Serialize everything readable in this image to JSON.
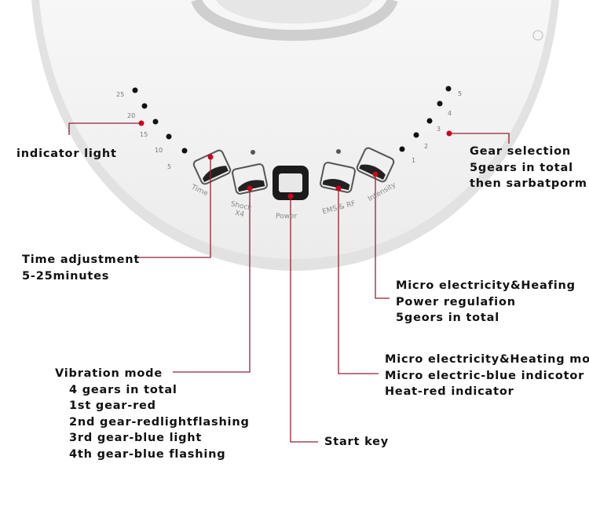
{
  "device": {
    "buttons": [
      "Time",
      "Shock X4",
      "Power",
      "EMS & RF",
      "Intensity"
    ],
    "time_scale": [
      "25",
      "20",
      "15",
      "10",
      "5"
    ],
    "gear_scale": [
      "5",
      "4",
      "3",
      "2",
      "1"
    ]
  },
  "callouts": {
    "indicator_light": [
      "indicator light"
    ],
    "time_adjustment": [
      "Time adjustment",
      "5-25minutes"
    ],
    "gear_selection": [
      "Gear selection",
      "5gears in total",
      "then sarbatporm"
    ],
    "intensity": [
      "Micro electricity&Heafing",
      "Power regulafion",
      "5geors in total"
    ],
    "ems_rf": [
      "Micro electricity&Heating mode",
      "Micro electric-blue indicotor",
      "Heat-red indicator"
    ],
    "vibration": [
      "Vibration mode",
      "4 gears in total",
      "1st gear-red",
      "2nd gear-redlightflashing",
      "3rd gear-blue light",
      "4th gear-blue flashing"
    ],
    "start_key": [
      "Start key"
    ]
  },
  "colors": {
    "leader": "#8e2433",
    "dot": "#d0021b"
  }
}
